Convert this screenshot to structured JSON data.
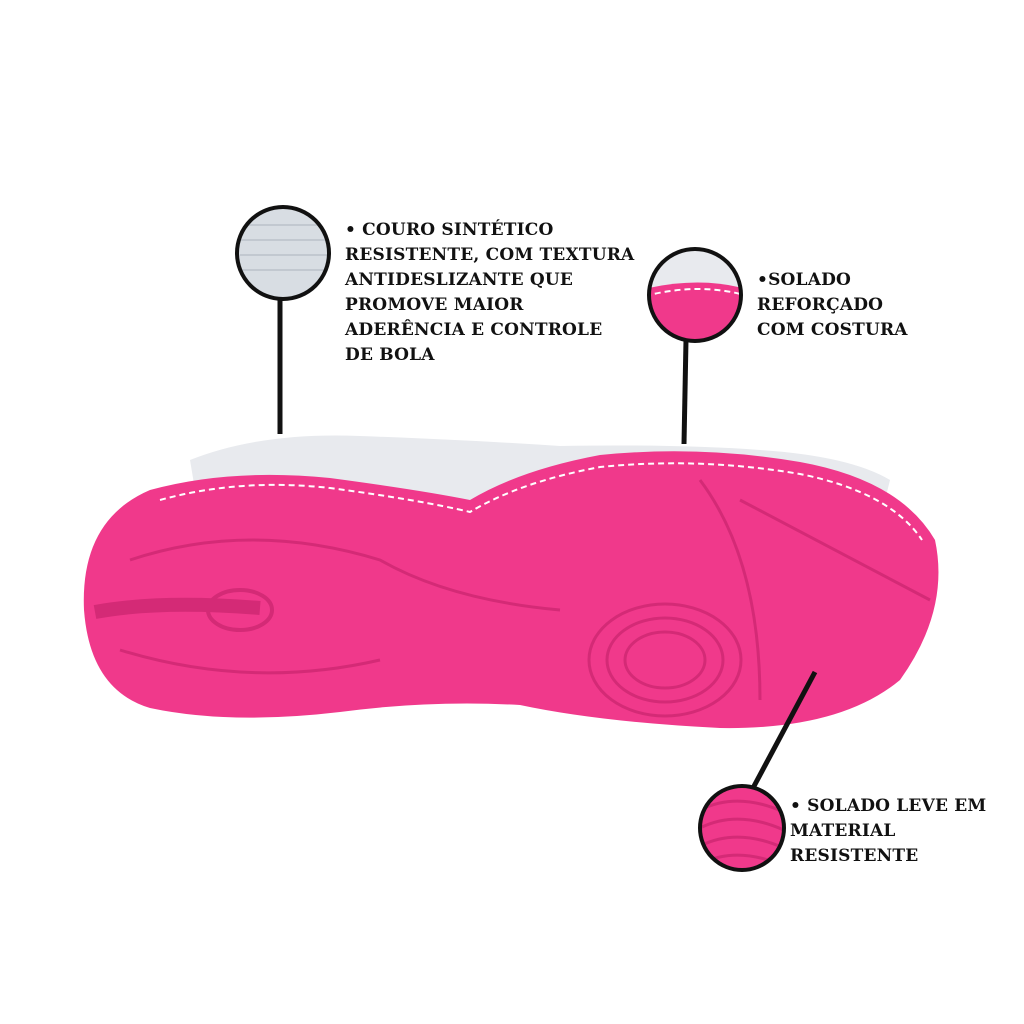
{
  "callouts": {
    "upper": {
      "lines": [
        "• COURO SINTÉTICO",
        "RESISTENTE, COM TEXTURA",
        "ANTIDESLIZANTE QUE",
        "PROMOVE MAIOR",
        "ADERÊNCIA E CONTROLE",
        "DE BOLA"
      ]
    },
    "stitching": {
      "lines": [
        "•SOLADO",
        "REFORÇADO",
        "COM COSTURA"
      ]
    },
    "sole": {
      "lines": [
        "• SOLADO LEVE EM",
        "MATERIAL",
        "RESISTENTE"
      ]
    }
  },
  "colors": {
    "sole_pink": "#f0398b",
    "upper_grey": "#e8eaee",
    "line": "#111111"
  }
}
